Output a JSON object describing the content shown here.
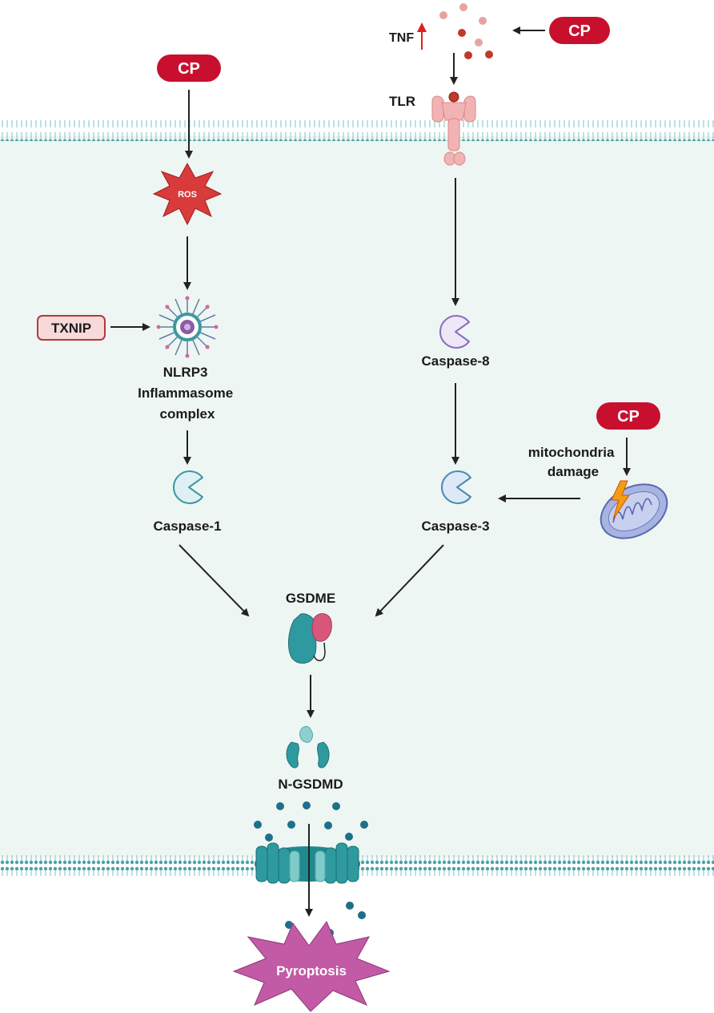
{
  "diagram": {
    "cp_labels": [
      "CP",
      "CP",
      "CP"
    ],
    "tnf_label": "TNF",
    "tlr_label": "TLR",
    "ros_label": "ROS",
    "txnip_label": "TXNIP",
    "nlrp3_label": [
      "NLRP3",
      "Inflammasome",
      "complex"
    ],
    "caspase1_label": "Caspase-1",
    "caspase8_label": "Caspase-8",
    "caspase3_label": "Caspase-3",
    "mito_label": [
      "mitochondria",
      "damage"
    ],
    "gsdme_label": "GSDME",
    "ngsdmd_label": "N-GSDMD",
    "pyroptosis_label": "Pyroptosis"
  },
  "colors": {
    "cp_red": "#c8102e",
    "membrane_teal": "#4aa3a3",
    "cytoplasm": "#eef6f3",
    "ros_red": "#d93a3a",
    "caspase1_fill": "#dff0f5",
    "caspase8_fill": "#ece8f6",
    "pyroptosis": "#c25aa5",
    "gsdme_teal": "#2e9aa0",
    "gsdme_pink": "#d9577a"
  }
}
